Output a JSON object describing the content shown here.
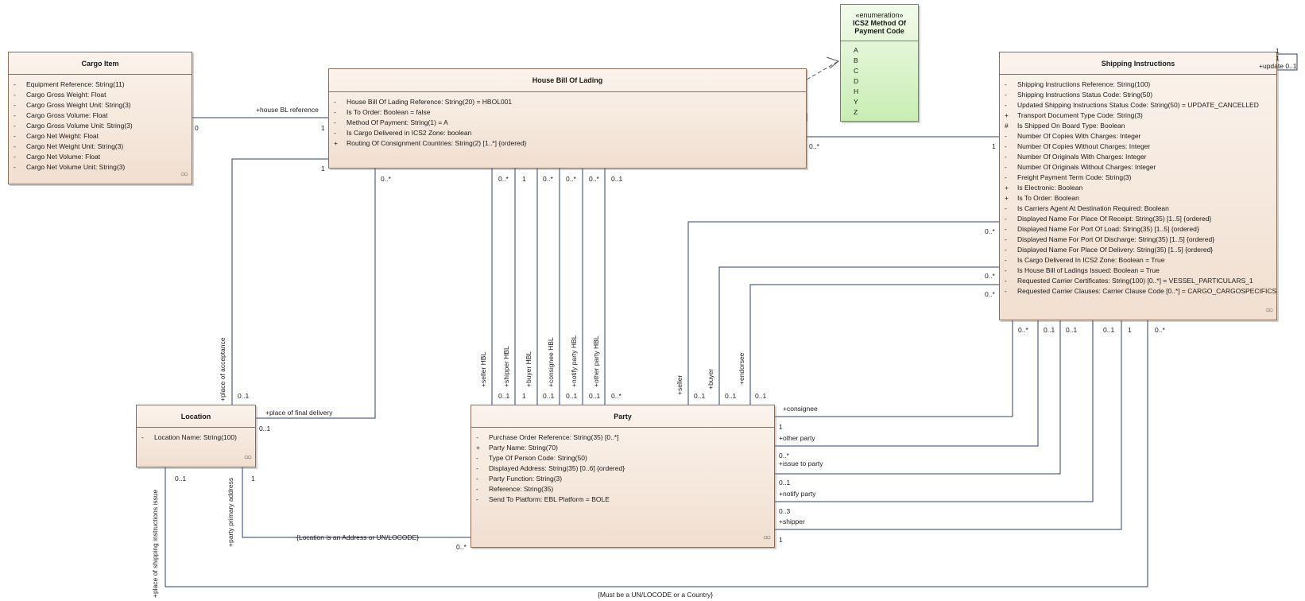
{
  "classes": {
    "cargo_item": {
      "name": "Cargo Item",
      "attributes": [
        {
          "vis": "-",
          "text": "Equipment Reference: String(11)"
        },
        {
          "vis": "-",
          "text": "Cargo Gross Weight: Float"
        },
        {
          "vis": "-",
          "text": "Cargo Gross Weight Unit: String(3)"
        },
        {
          "vis": "-",
          "text": "Cargo Gross Volume: Float"
        },
        {
          "vis": "-",
          "text": "Cargo Gross Volume Unit: String(3)"
        },
        {
          "vis": "-",
          "text": "Cargo Net Weight: Float"
        },
        {
          "vis": "-",
          "text": "Cargo Net Weight Unit: String(3)"
        },
        {
          "vis": "-",
          "text": "Cargo Net Volume: Float"
        },
        {
          "vis": "-",
          "text": "Cargo Net Volume Unit: String(3)"
        }
      ]
    },
    "house_bol": {
      "name": "House Bill Of Lading",
      "attributes": [
        {
          "vis": "-",
          "text": "House Bill Of Lading Reference: String(20) = HBOL001"
        },
        {
          "vis": "-",
          "text": "Is To Order: Boolean = false"
        },
        {
          "vis": "-",
          "text": "Method Of Payment: String(1) = A"
        },
        {
          "vis": "-",
          "text": "Is Cargo Delivered in ICS2 Zone: boolean"
        },
        {
          "vis": "+",
          "text": "Routing Of Consignment Countries: String(2) [1..*] {ordered}"
        }
      ]
    },
    "ics2_enum": {
      "stereotype": "«enumeration»",
      "name_line1": "ICS2 Method Of",
      "name_line2": "Payment Code",
      "literals": [
        "A",
        "B",
        "C",
        "D",
        "H",
        "Y",
        "Z"
      ]
    },
    "shipping_instructions": {
      "name": "Shipping Instructions",
      "attributes": [
        {
          "vis": "-",
          "text": "Shipping Instructions Reference: String(100)"
        },
        {
          "vis": "-",
          "text": "Shipping Instructions Status Code: String(50)"
        },
        {
          "vis": "-",
          "text": "Updated Shipping Instructions Status Code: String(50) = UPDATE_CANCELLED"
        },
        {
          "vis": "+",
          "text": "Transport Document Type Code: String(3)"
        },
        {
          "vis": "#",
          "text": "Is Shipped On Board Type: Boolean"
        },
        {
          "vis": "-",
          "text": "Number Of Copies With Charges: Integer"
        },
        {
          "vis": "-",
          "text": "Number Of Copies Without Charges: Integer"
        },
        {
          "vis": "-",
          "text": "Number Of Originals With Charges: Integer"
        },
        {
          "vis": "-",
          "text": "Number Of Originals Without Charges: Integer"
        },
        {
          "vis": "-",
          "text": "Freight Payment Term Code: String(3)"
        },
        {
          "vis": "+",
          "text": "Is Electronic: Boolean"
        },
        {
          "vis": "+",
          "text": "Is To Order: Boolean"
        },
        {
          "vis": "-",
          "text": "Is Carriers Agent At Destination Required: Boolean"
        },
        {
          "vis": "-",
          "text": "Displayed Name For Place Of Receipt: String(35) [1..5] {ordered}"
        },
        {
          "vis": "-",
          "text": "Displayed Name For Port Of Load: String(35) [1..5] {ordered}"
        },
        {
          "vis": "-",
          "text": "Displayed Name For Port Of Discharge: String(35) [1..5] {ordered}"
        },
        {
          "vis": "-",
          "text": "Displayed Name For Place Of Delivery: String(35) [1..5] {ordered}"
        },
        {
          "vis": "-",
          "text": "Is Cargo Delivered In ICS2 Zone: Boolean = True"
        },
        {
          "vis": "-",
          "text": "Is House Bill of Ladings Issued: Boolean = True"
        },
        {
          "vis": "-",
          "text": "Requested Carrier Certificates: String(100) [0..*] = VESSEL_PARTICULARS_1"
        },
        {
          "vis": "-",
          "text": "Requested Carrier Clauses: Carrier Clause Code [0..*] = CARGO_CARGOSPECIFICS"
        }
      ]
    },
    "location": {
      "name": "Location",
      "attributes": [
        {
          "vis": "-",
          "text": "Location Name: String(100)"
        }
      ]
    },
    "party": {
      "name": "Party",
      "attributes": [
        {
          "vis": "-",
          "text": "Purchase Order Reference: String(35) [0..*]"
        },
        {
          "vis": "+",
          "text": "Party Name: String(70)"
        },
        {
          "vis": "-",
          "text": "Type Of Person Code: String(50)"
        },
        {
          "vis": "-",
          "text": "Displayed Address: String(35) [0..6] {ordered}"
        },
        {
          "vis": "-",
          "text": "Party Function: String(3)"
        },
        {
          "vis": "-",
          "text": "Reference: String(35)"
        },
        {
          "vis": "-",
          "text": "Send To Platform: EBL Platform = BOLE"
        }
      ]
    }
  },
  "edge_labels": {
    "house_bl_reference": "+house BL reference",
    "cargo_mult": "0",
    "hbol_mult_left": "1",
    "hbol_loc_mult": "1",
    "hbol_finaldel_mult": "0..*",
    "hbol_si_mult": "0..*",
    "si_hbol_mult": "1",
    "update_mult_1": "1",
    "update_mult_2": "1",
    "update_label": "+update 0..1",
    "place_of_acceptance": "+place of acceptance",
    "place_of_acceptance_mult": "0..1",
    "place_of_final_delivery": "+place of final delivery",
    "place_of_final_delivery_mult": "0..1",
    "hbl_top_mults": [
      "0..*",
      "1",
      "0..*",
      "0..*",
      "0..*",
      "0..1"
    ],
    "hbl_party_roles": [
      "+seller HBL",
      "+shipper HBL",
      "+buyer HBL",
      "+consignee HBL",
      "+notify party HBL",
      "+other party HBL"
    ],
    "hbl_party_bottom_mults": [
      "0..1",
      "1",
      "0..1",
      "0..1",
      "0..1",
      "0..*"
    ],
    "si_left_mults": [
      "0..*",
      "0..*",
      "0..*"
    ],
    "si_party_roles": [
      "+seller",
      "+buyer",
      "+endorsee"
    ],
    "si_party_bottom_mults": [
      "0..1",
      "0..1",
      "0..1"
    ],
    "si_bottom_mults": [
      "0..*",
      "0..1",
      "0..1",
      "0..1",
      "1",
      "0..*"
    ],
    "party_right_roles": [
      "+consignee",
      "+other party",
      "+issue to party",
      "+notify party",
      "+shipper"
    ],
    "party_right_mults": [
      "1",
      "0..*",
      "0..1",
      "0..3",
      "1"
    ],
    "location_si_mult": "0..1",
    "location_party_mult": "1",
    "party_primary_address": "+party primary address",
    "place_of_si_issue": "+place of shipping instructions issue",
    "location_constraint": "{Location is an Address or UN/LOCODE}",
    "party_location_mult": "0..*",
    "bottom_constraint": "{Must be a UN/LOCODE or a Country}"
  }
}
